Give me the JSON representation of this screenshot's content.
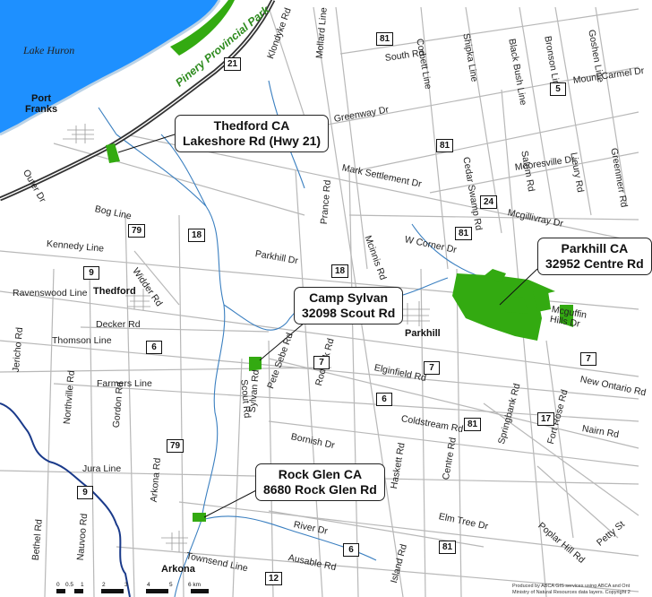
{
  "map": {
    "water_label": "Lake Huron",
    "park_label": "Pinery Provincial Park",
    "towns": [
      {
        "name": "Port Franks",
        "lines": [
          "Port",
          "Franks"
        ]
      },
      {
        "name": "Thedford"
      },
      {
        "name": "Parkhill"
      },
      {
        "name": "Arkona"
      }
    ],
    "roads": [
      {
        "name": "Klondyke Rd"
      },
      {
        "name": "Mollard Line"
      },
      {
        "name": "South Rd"
      },
      {
        "name": "Corbett Line"
      },
      {
        "name": "Shipka Line"
      },
      {
        "name": "Black Bush Line"
      },
      {
        "name": "Bronson Line"
      },
      {
        "name": "Goshen Line"
      },
      {
        "name": "Mount Carmel Dr"
      },
      {
        "name": "Greenway Dr"
      },
      {
        "name": "Cedar Swamp Rd"
      },
      {
        "name": "Salem Rd"
      },
      {
        "name": "Lieury Rd"
      },
      {
        "name": "Greenmerr Rd"
      },
      {
        "name": "Mooresville Dr"
      },
      {
        "name": "Mark Settlement Dr"
      },
      {
        "name": "Mcgillivray Dr"
      },
      {
        "name": "Outer Dr"
      },
      {
        "name": "Bog Line"
      },
      {
        "name": "Kennedy Line"
      },
      {
        "name": "Parkhill Dr"
      },
      {
        "name": "Prance Rd"
      },
      {
        "name": "Mcinnis Rd"
      },
      {
        "name": "W Corner Dr"
      },
      {
        "name": "Widder Rd"
      },
      {
        "name": "Ravenswood Line"
      },
      {
        "name": "Decker Rd"
      },
      {
        "name": "Thomson Line"
      },
      {
        "name": "Mcguffin Hills Dr",
        "lines": [
          "Mcguffin",
          "Hills Dr"
        ]
      },
      {
        "name": "Jericho Rd"
      },
      {
        "name": "Farmers Line"
      },
      {
        "name": "Scout Rd"
      },
      {
        "name": "Pete Sebe Rd"
      },
      {
        "name": "Roddick Rd"
      },
      {
        "name": "Elginfield Rd"
      },
      {
        "name": "New Ontario Rd"
      },
      {
        "name": "Northville Rd"
      },
      {
        "name": "Gordon Rd"
      },
      {
        "name": "Sylvan Rd"
      },
      {
        "name": "Coldstream Rd"
      },
      {
        "name": "Springbank Rd"
      },
      {
        "name": "Fort Rose Rd"
      },
      {
        "name": "Nairn Rd"
      },
      {
        "name": "Bornish Dr"
      },
      {
        "name": "Jura Line"
      },
      {
        "name": "Arkona Rd"
      },
      {
        "name": "Haskett Rd"
      },
      {
        "name": "Centre Rd"
      },
      {
        "name": "Elm Tree Dr"
      },
      {
        "name": "Poplar Hill Rd"
      },
      {
        "name": "Petty St"
      },
      {
        "name": "River Dr"
      },
      {
        "name": "Townsend Line"
      },
      {
        "name": "Ausable Rd"
      },
      {
        "name": "Bethel Rd"
      },
      {
        "name": "Nauvoo Rd"
      },
      {
        "name": "Island Rd"
      }
    ],
    "shields": [
      "81",
      "21",
      "5",
      "81",
      "24",
      "81",
      "79",
      "18",
      "9",
      "18",
      "6",
      "7",
      "7",
      "7",
      "6",
      "81",
      "17",
      "79",
      "9",
      "6",
      "81",
      "12"
    ],
    "callouts": [
      {
        "name": "Thedford CA",
        "address": "Lakeshore Rd (Hwy 21)"
      },
      {
        "name": "Parkhill CA",
        "address": "32952 Centre Rd"
      },
      {
        "name": "Camp Sylvan",
        "address": "32098 Scout Rd"
      },
      {
        "name": "Rock Glen CA",
        "address": "8680 Rock Glen Rd"
      }
    ],
    "scale": {
      "ticks": [
        "0",
        "0.5",
        "1",
        "2",
        "3",
        "4",
        "5",
        "6 km"
      ]
    },
    "credit_lines": [
      "Produced by ABCA GIS services using ABCA and Ont",
      "Ministry of Natural Resources data layers. Copyright 2"
    ],
    "colors": {
      "water": "#1e90ff",
      "conservation_area": "#33aa11",
      "road": "#b8b8b8",
      "highway": "#333333",
      "river": "#3a7fc0",
      "county_boundary": "#1a3a8a"
    }
  }
}
